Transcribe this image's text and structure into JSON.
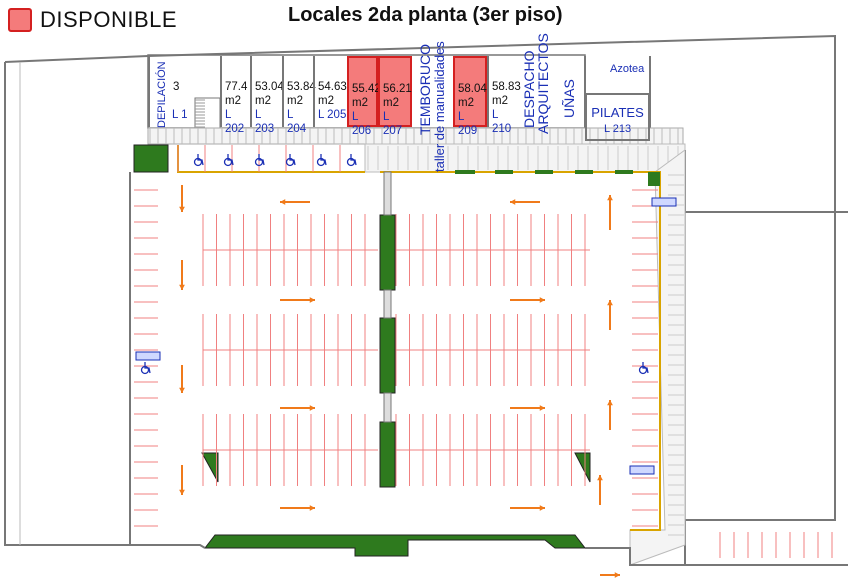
{
  "legend": {
    "label": "DISPONIBLE",
    "color": "#f47b7b"
  },
  "title": "Locales 2da planta (3er piso)",
  "units": [
    {
      "area": "77.4",
      "unit": "m2",
      "label": "L 202",
      "available": false
    },
    {
      "area": "53.04",
      "unit": "m2",
      "label": "L 203",
      "available": false
    },
    {
      "area": "53.84",
      "unit": "m2",
      "label": "L 204",
      "available": false
    },
    {
      "area": "54.63",
      "unit": "m2",
      "label": "L 205",
      "available": false
    },
    {
      "area": "55.42",
      "unit": "m2",
      "label": "L 206",
      "available": true
    },
    {
      "area": "56.21",
      "unit": "m2",
      "label": "L 207",
      "available": true
    },
    {
      "area": "58.04",
      "unit": "m2",
      "label": "L 209",
      "available": true
    },
    {
      "area": "58.83",
      "unit": "m2",
      "label": "L 210",
      "available": false
    }
  ],
  "first_unit": {
    "area": "3",
    "label": "L 1",
    "name": "DEPILACIÓN"
  },
  "named_units": {
    "temboruco": "TEMBORUCO",
    "temboruco_sub": "taller de manualidades",
    "despacho_1": "DESPACHO",
    "despacho_2": "ARQUITECTOS",
    "unas": "UÑAS"
  },
  "azotea": "Azotea",
  "pilates": {
    "name": "PILATES",
    "label": "L 213"
  }
}
